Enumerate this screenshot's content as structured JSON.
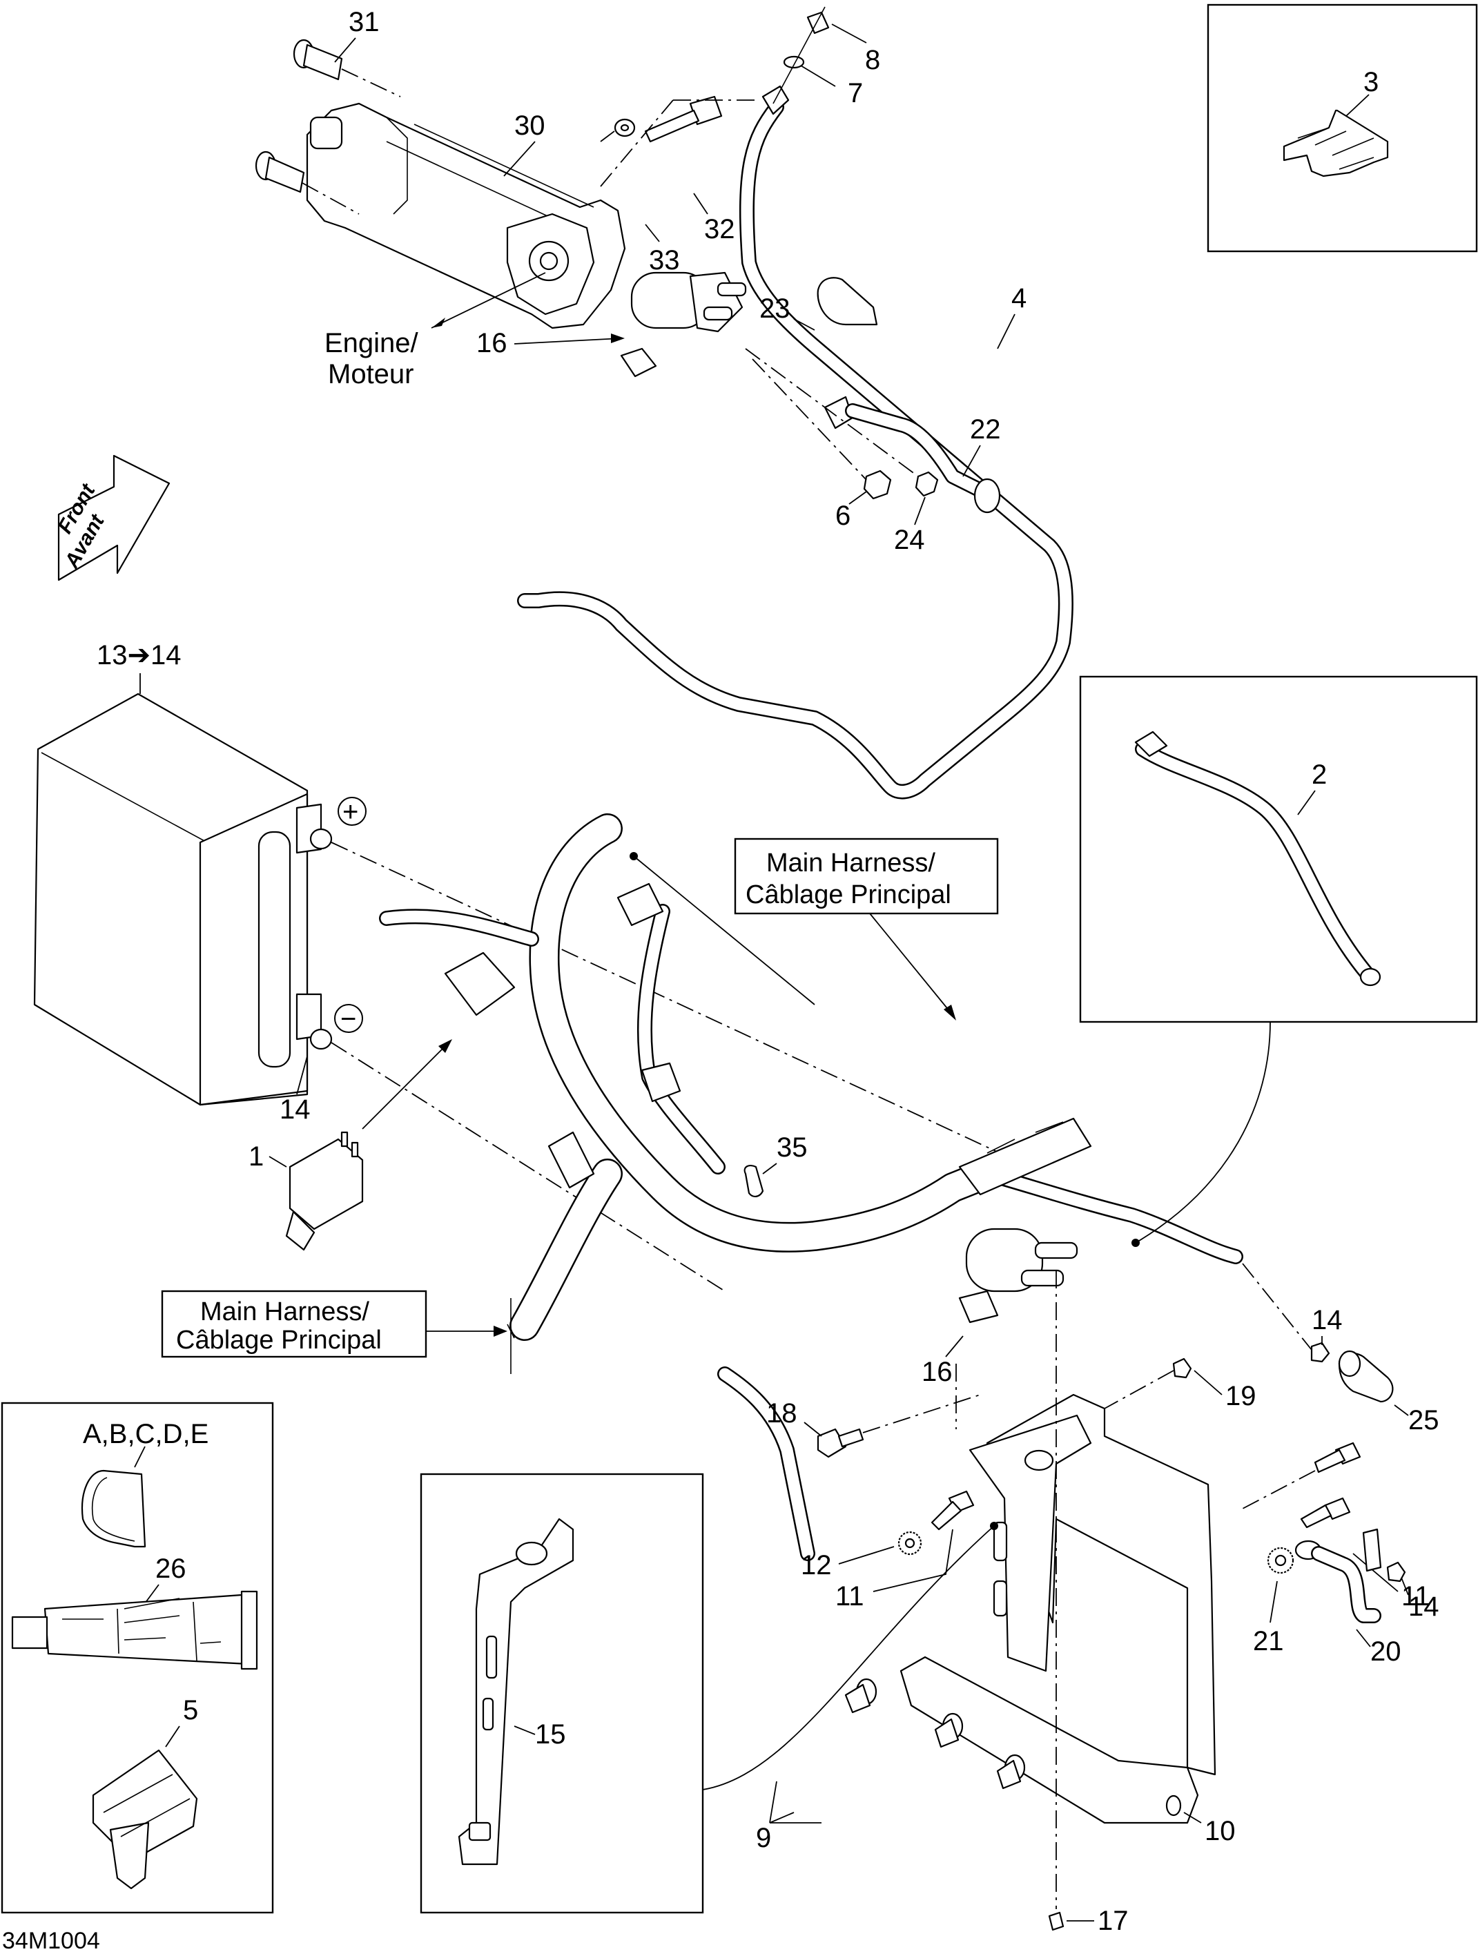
{
  "diagram": {
    "title": "Battery, starter and main harness exploded parts view",
    "drawing_code": "34M1004",
    "direction_arrow": {
      "line1": "Front",
      "line2": "Avant"
    },
    "notes": {
      "engine": {
        "line1": "Engine/",
        "line2": "Moteur"
      },
      "main_harness_upper": {
        "line1": "Main Harness/",
        "line2": "Câblage Principal"
      },
      "main_harness_lower": {
        "line1": "Main Harness/",
        "line2": "Câblage Principal"
      }
    },
    "battery_terminals": {
      "positive": "+",
      "negative": "−"
    },
    "callouts": {
      "c31": "31",
      "c30": "30",
      "c8": "8",
      "c7": "7",
      "c32": "32",
      "c33": "33",
      "c16_top": "16",
      "c23": "23",
      "c4": "4",
      "c22": "22",
      "c6": "6",
      "c24": "24",
      "c3": "3",
      "c13_14": "13➔14",
      "c2": "2",
      "c14_batt": "14",
      "c1": "1",
      "c35": "35",
      "c16_mid": "16",
      "c14_right": "14",
      "c19": "19",
      "c25": "25",
      "c18": "18",
      "c11_left": "11",
      "c12": "12",
      "c11_right": "11",
      "c14_low": "14",
      "c21": "21",
      "c20": "20",
      "c9": "9",
      "c10": "10",
      "c17": "17",
      "c15": "15",
      "c_abcde": "A,B,C,D,E",
      "c26": "26",
      "c5": "5"
    },
    "detail_boxes": [
      {
        "id": "fuse",
        "item": "3"
      },
      {
        "id": "ground-cable",
        "item": "2"
      },
      {
        "id": "accessories",
        "items": [
          "A,B,C,D,E",
          "26",
          "5"
        ]
      },
      {
        "id": "bracket",
        "item": "15"
      }
    ]
  }
}
